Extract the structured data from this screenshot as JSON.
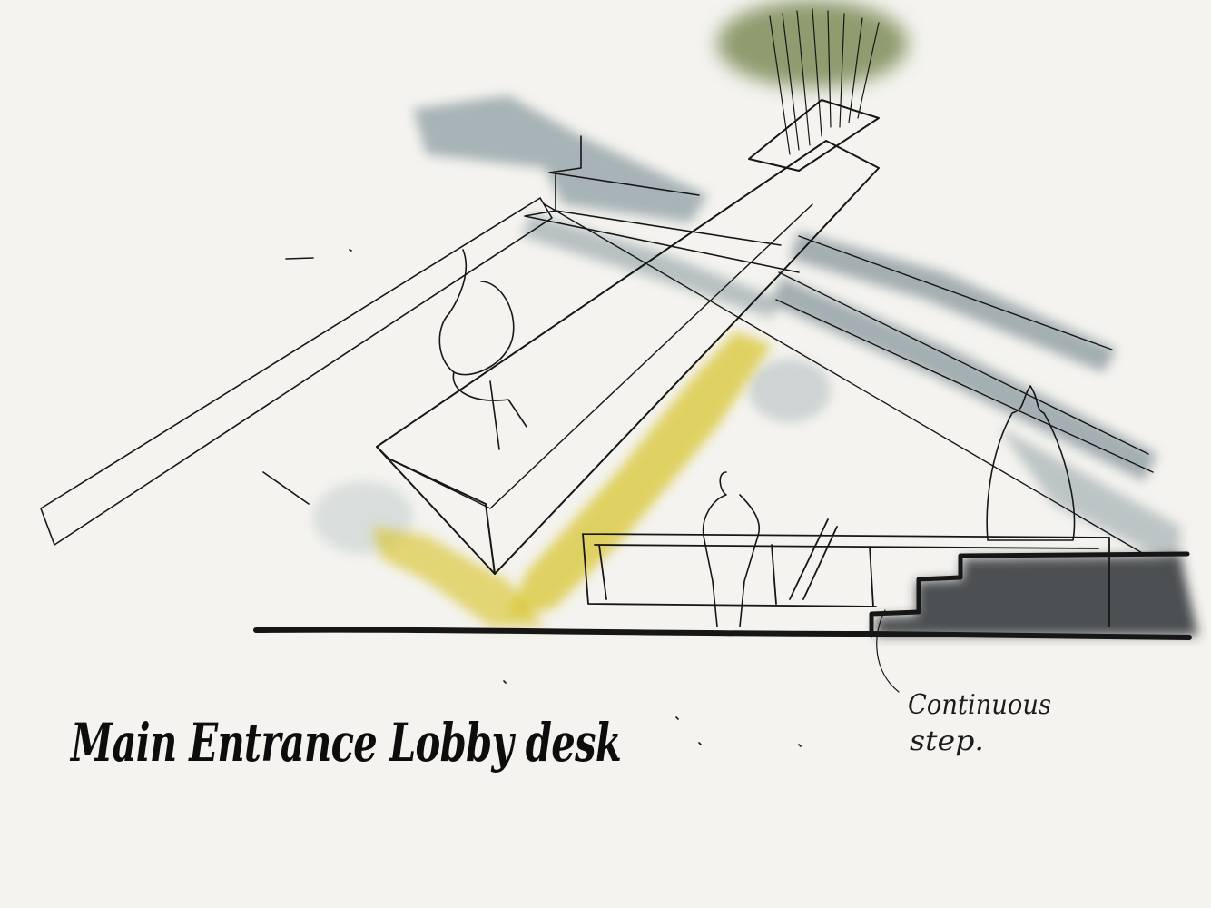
{
  "title": "Main Entrance Lobby desk",
  "annotation": {
    "line1": "Continuous",
    "line2": "step."
  },
  "palette": {
    "paper": "#f4f3ef",
    "ink": "#161616",
    "wash_grey": "#8e9ea3",
    "wash_yellow": "#d8c531",
    "wash_green": "#7d8c58",
    "wash_dark": "#2f3336"
  }
}
